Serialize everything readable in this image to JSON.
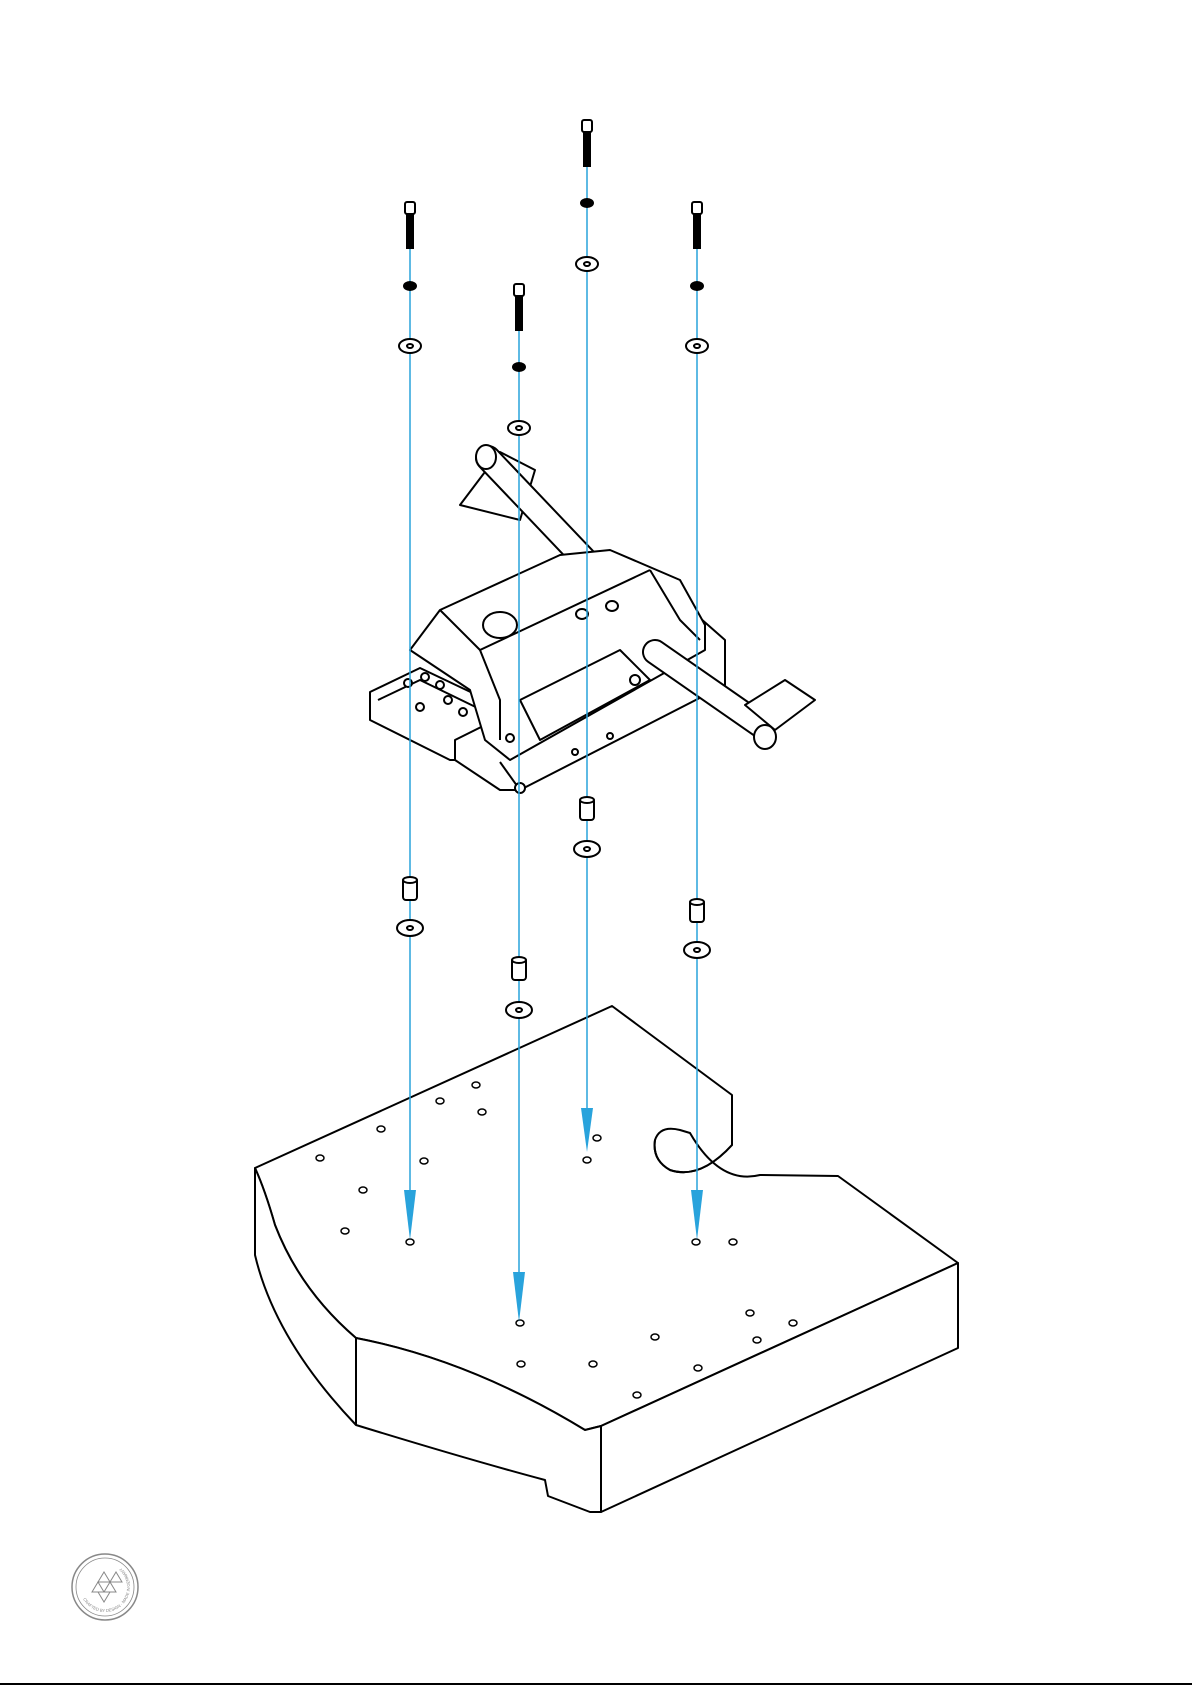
{
  "colors": {
    "line": "#000000",
    "fill": "#ffffff",
    "guide": "#29a3dc",
    "seal": "#888888"
  },
  "icons": {
    "bolt": "socket-head-cap-screw-icon",
    "lock_washer": "lock-washer-icon",
    "flat_washer": "flat-washer-icon",
    "spacer": "spacer-sleeve-icon",
    "arrow": "guide-arrow-icon",
    "seal": "brand-seal-logo"
  },
  "seal_text": "CRAFTED BY DESIGN · MADE IN GERMANY",
  "assembly": {
    "fasteners_per_column": [
      "bolt",
      "lock_washer",
      "flat_washer",
      "spacer",
      "flat_washer"
    ],
    "column_count": 4
  }
}
